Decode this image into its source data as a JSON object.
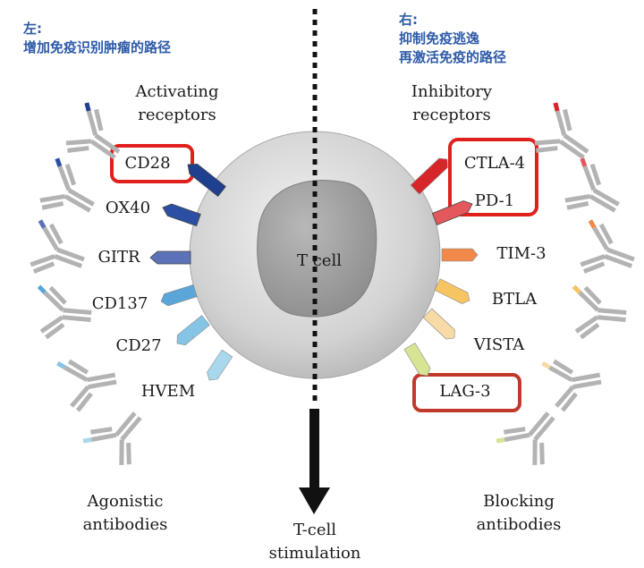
{
  "left_note": {
    "title": "左:",
    "text": "增加免疫识别肿瘤的路径"
  },
  "right_note": {
    "title": "右:",
    "text_line1": "抑制免疫逃逸",
    "text_line2": "再激活免疫的路径"
  },
  "activating_header": [
    "Activating",
    "receptors"
  ],
  "inhibitory_header": [
    "Inhibitory",
    "receptors"
  ],
  "cell_label": "T cell",
  "activating_receptors": [
    {
      "label": "CD28",
      "color": "#1f3f8f",
      "highlighted": true
    },
    {
      "label": "OX40",
      "color": "#2d4fa3",
      "highlighted": false
    },
    {
      "label": "GITR",
      "color": "#5b72b8",
      "highlighted": false
    },
    {
      "label": "CD137",
      "color": "#5aa6d9",
      "highlighted": false
    },
    {
      "label": "CD27",
      "color": "#86c4e5",
      "highlighted": false
    },
    {
      "label": "HVEM",
      "color": "#a9d7ec",
      "highlighted": false
    }
  ],
  "inhibitory_receptors": [
    {
      "label": "CTLA-4",
      "color": "#d6262a",
      "highlighted": true
    },
    {
      "label": "PD-1",
      "color": "#e4585b",
      "highlighted": true
    },
    {
      "label": "TIM-3",
      "color": "#f0894a",
      "highlighted": false
    },
    {
      "label": "BTLA",
      "color": "#f6c562",
      "highlighted": false
    },
    {
      "label": "VISTA",
      "color": "#f7dba6",
      "highlighted": false
    },
    {
      "label": "LAG-3",
      "color": "#d7e494",
      "highlighted": true
    }
  ],
  "agonistic_label": [
    "Agonistic",
    "antibodies"
  ],
  "blocking_label": [
    "Blocking",
    "antibodies"
  ],
  "stimulation_label": [
    "T-cell",
    "stimulation"
  ],
  "colors": {
    "highlight_red": "#e0201c",
    "highlight_darkred": "#c0392b",
    "antibody_gray": "#b3b3b3",
    "note_blue": "#2e5aa8"
  }
}
